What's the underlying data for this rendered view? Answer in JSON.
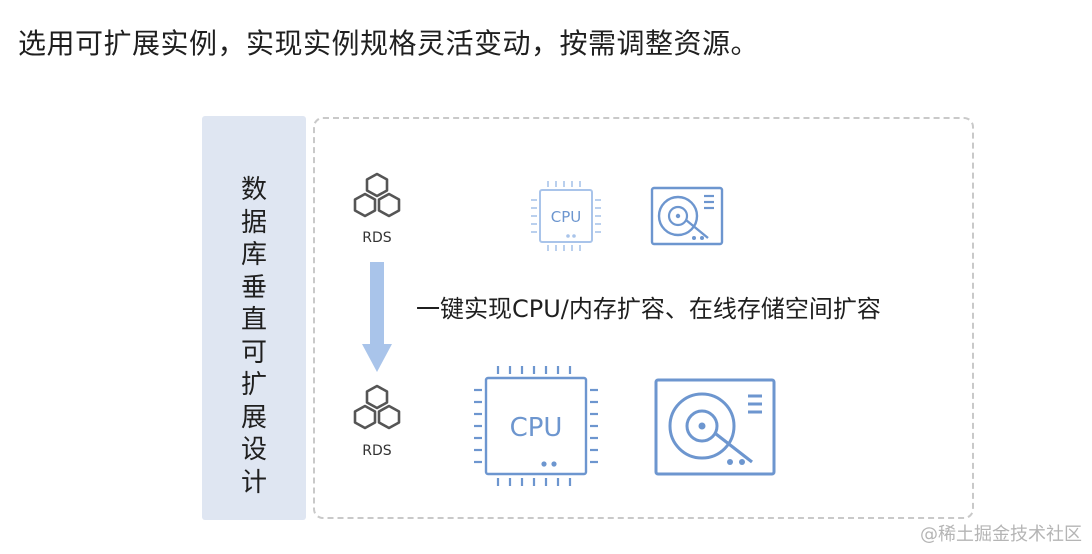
{
  "headline": "选用可扩展实例，实现实例规格灵活变动，按需调整资源。",
  "side_panel": {
    "label": "数据库垂直可扩展设计"
  },
  "rds_top": {
    "label": "RDS"
  },
  "rds_bottom": {
    "label": "RDS"
  },
  "cpu_small": {
    "label": "CPU"
  },
  "cpu_large": {
    "label": "CPU"
  },
  "feature_text": "一键实现CPU/内存扩容、在线存储空间扩容",
  "watermark": "@稀土掘金技术社区",
  "colors": {
    "icon_blue": "#6d96cf",
    "arrow_blue": "#a9c4ea",
    "panel_bg": "#dfe6f2",
    "rds_gray": "#555555"
  }
}
